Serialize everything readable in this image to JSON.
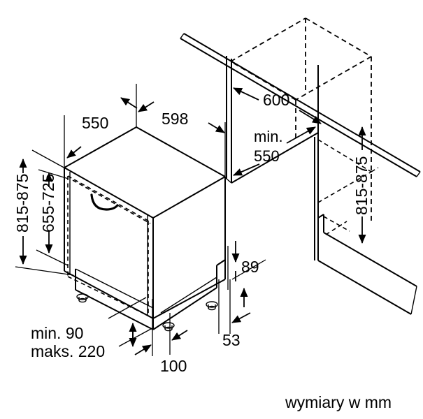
{
  "drawing": {
    "title": "Built-in dishwasher installation dimensions",
    "caption": "wymiary w mm",
    "units": "mm",
    "line_color": "#000000",
    "background_color": "#ffffff"
  },
  "dimensions": {
    "appliance_depth": "550",
    "appliance_width": "598",
    "appliance_height_range": "815-875",
    "door_panel_height_range": "655-725",
    "niche_width": "600",
    "niche_depth_min_label": "min.",
    "niche_depth_min_value": "550",
    "niche_height_range": "815-875",
    "plinth_recess": "89",
    "plinth_height": "53",
    "foot_offset": "100",
    "kickplate_min_label": "min. 90",
    "kickplate_max_label": "maks. 220"
  },
  "labels": [
    {
      "id": "depth-550",
      "text": "550"
    },
    {
      "id": "width-598",
      "text": "598"
    },
    {
      "id": "height-815-875-left",
      "text": "815-875"
    },
    {
      "id": "door-655-725",
      "text": "655-725"
    },
    {
      "id": "niche-600",
      "text": "600"
    },
    {
      "id": "niche-min",
      "text": "min."
    },
    {
      "id": "niche-550",
      "text": "550"
    },
    {
      "id": "niche-815-875",
      "text": "815-875"
    },
    {
      "id": "plinth-89",
      "text": "89"
    },
    {
      "id": "plinth-53",
      "text": "53"
    },
    {
      "id": "foot-100",
      "text": "100"
    },
    {
      "id": "kick-min-90",
      "text": "min. 90"
    },
    {
      "id": "kick-maks-220",
      "text": "maks. 220"
    },
    {
      "id": "caption",
      "text": "wymiary w mm"
    }
  ]
}
